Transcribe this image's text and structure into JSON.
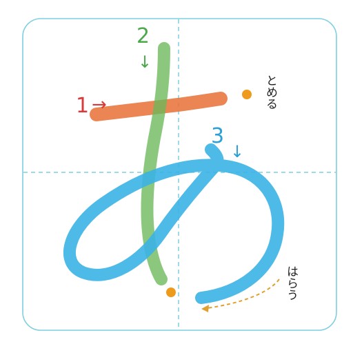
{
  "diagram": {
    "character": "あ",
    "strokes": [
      {
        "number": "1",
        "arrow": "→",
        "color": "#e8743b"
      },
      {
        "number": "2",
        "arrow": "↓",
        "color": "#6ab85a"
      },
      {
        "number": "3",
        "arrow": "↓",
        "color": "#3bb3e6"
      }
    ],
    "annotations": {
      "tome": "とめる",
      "harau": "はらう"
    },
    "colors": {
      "frame": "#7fcfe0",
      "guide": "#7fcfe0",
      "dot": "#ee9a1a",
      "dash_arrow": "#e0a030"
    }
  }
}
